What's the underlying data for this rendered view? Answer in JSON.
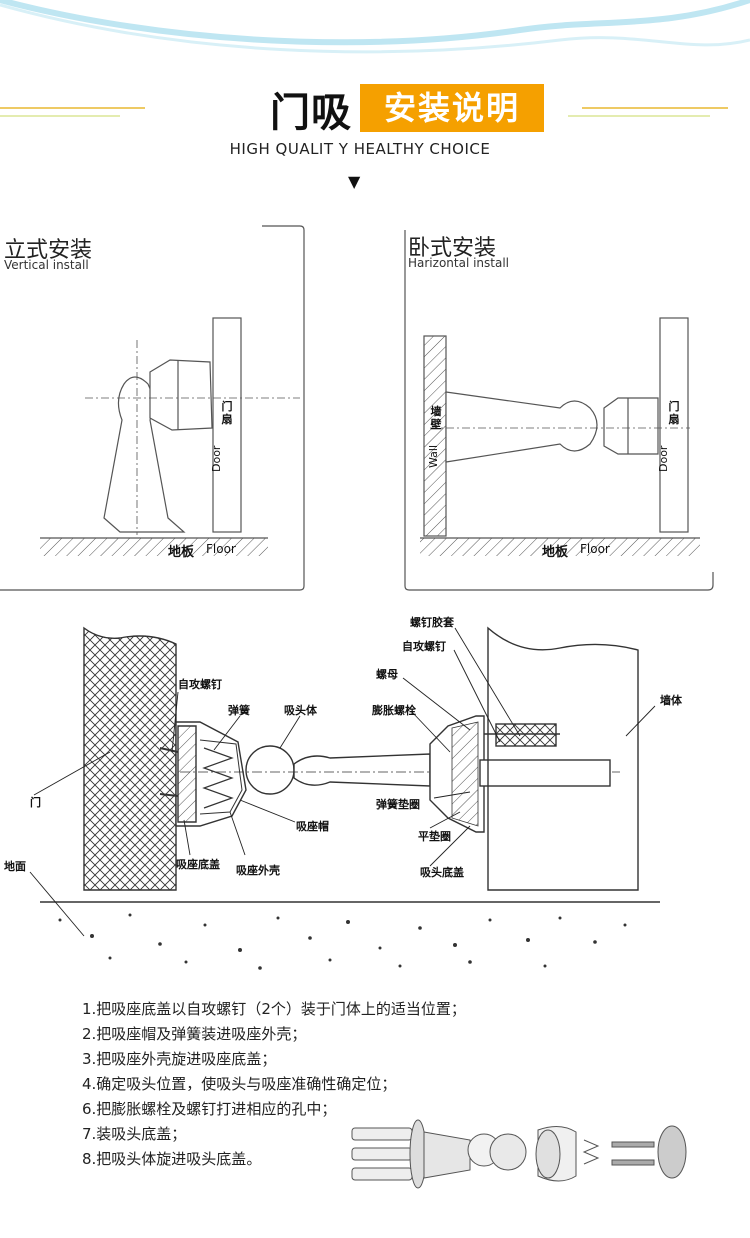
{
  "header": {
    "title_main": "门吸",
    "title_badge": "安装说明",
    "subtitle": "HIGH QUALIT  Y HEALTHY   CHOICE",
    "arrow_glyph": "▼"
  },
  "vertical_panel": {
    "title_cn": "立式安装",
    "title_en": "Vertical install",
    "door_cn": "门扇",
    "door_en": "Door",
    "floor_cn": "地板",
    "floor_en": "Floor"
  },
  "horizontal_panel": {
    "title_cn": "卧式安装",
    "title_en": "Harizontal install",
    "door_cn": "门扇",
    "door_en": "Door",
    "wall_cn": "墙壁",
    "wall_en": "Wall",
    "floor_cn": "地板",
    "floor_en": "Floor"
  },
  "parts": {
    "self_tapping_screw_left": "自攻螺钉",
    "spring": "弹簧",
    "suction_head": "吸头体",
    "door": "门",
    "suction_cap": "吸座帽",
    "base_cover": "吸座底盖",
    "outer_shell": "吸座外壳",
    "ground": "地面",
    "screw_sleeve": "螺钉胶套",
    "self_tapping_screw_right": "自攻螺钉",
    "nut": "螺母",
    "expansion_bolt": "膨胀螺栓",
    "wall_body": "墙体",
    "spring_washer": "弹簧垫圈",
    "flat_washer": "平垫圈",
    "head_base_cover": "吸头底盖"
  },
  "steps": [
    "1.把吸座底盖以自攻螺钉（2个）装于门体上的适当位置；",
    "2.把吸座帽及弹簧装进吸座外壳；",
    "3.把吸座外壳旋进吸座底盖；",
    "4.确定吸头位置，使吸头与吸座准确性确定位；",
    "6.把膨胀螺栓及螺钉打进相应的孔中；",
    "7.装吸头底盖；",
    "8.把吸头体旋进吸头底盖。"
  ],
  "colors": {
    "accent": "#f5a000",
    "accent_line": "#e8b830",
    "wave": "#bfe6f2",
    "ink": "#444444"
  }
}
